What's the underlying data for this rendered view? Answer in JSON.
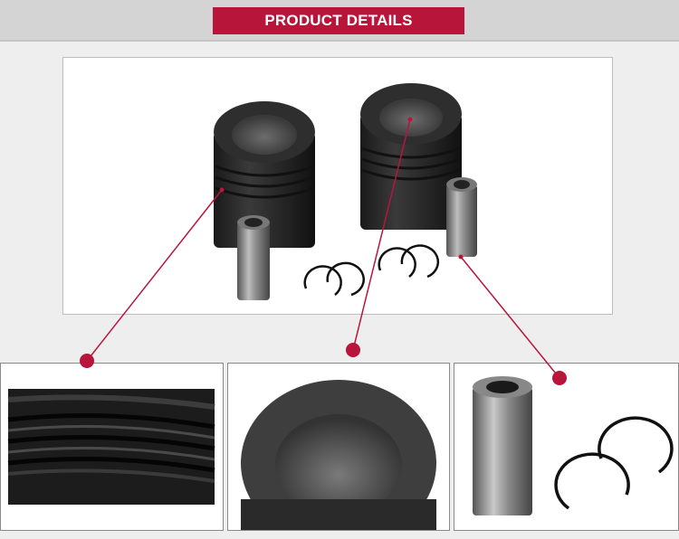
{
  "header": {
    "title": "PRODUCT DETAILS"
  },
  "colors": {
    "accent": "#b7163a",
    "band": "#d4d4d4",
    "background": "#eeeeee"
  },
  "images": {
    "main": "piston-kit-photo",
    "detail_1": "piston-ring-grooves-closeup",
    "detail_2": "piston-crown-closeup",
    "detail_3": "piston-pin-and-circlips-closeup"
  }
}
